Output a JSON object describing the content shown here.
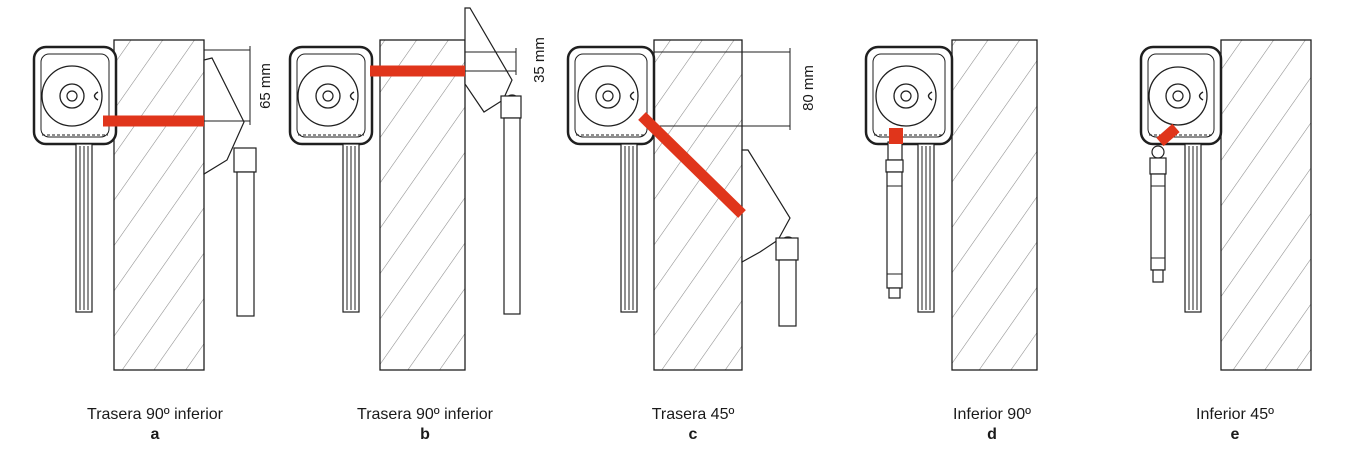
{
  "colors": {
    "accent": "#e0351b",
    "line": "#1f1f1f"
  },
  "panels": [
    {
      "id": "a",
      "title": "Trasera 90º inferior",
      "letter": "a",
      "dimension": "65 mm"
    },
    {
      "id": "b",
      "title": "Trasera 90º inferior",
      "letter": "b",
      "dimension": "35 mm"
    },
    {
      "id": "c",
      "title": "Trasera 45º",
      "letter": "c",
      "dimension": "80 mm"
    },
    {
      "id": "d",
      "title": "Inferior 90º",
      "letter": "d"
    },
    {
      "id": "e",
      "title": "Inferior 45º",
      "letter": "e"
    }
  ]
}
